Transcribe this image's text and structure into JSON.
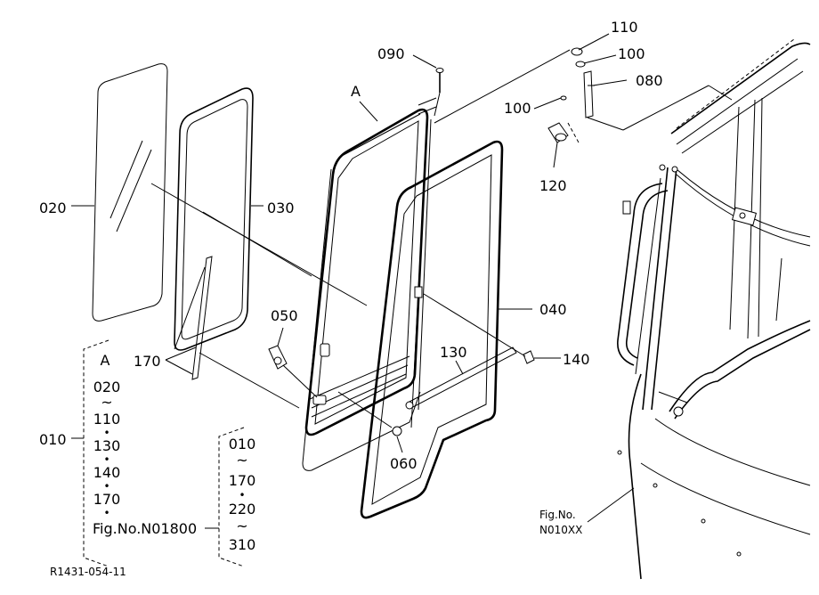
{
  "diagram": {
    "ref": "R1431-054-11",
    "labels": {
      "p110": "110",
      "p100a": "100",
      "p090": "090",
      "p080": "080",
      "p100b": "100",
      "pA": "A",
      "p120": "120",
      "p020": "020",
      "p030": "030",
      "p050": "050",
      "p040": "040",
      "p170": "170",
      "p130": "130",
      "p140": "140",
      "p060": "060",
      "p010": "010"
    },
    "group1": {
      "items": [
        "A",
        "020",
        "~",
        "110",
        "•",
        "130",
        "•",
        "140",
        "•",
        "170",
        "•"
      ],
      "figref": "Fig.No.N01800"
    },
    "group2": {
      "items": [
        "010",
        "~",
        "170",
        "•",
        "220",
        "~",
        "310"
      ]
    },
    "fig_note": {
      "line1": "Fig.No.",
      "line2": "N010XX"
    }
  }
}
